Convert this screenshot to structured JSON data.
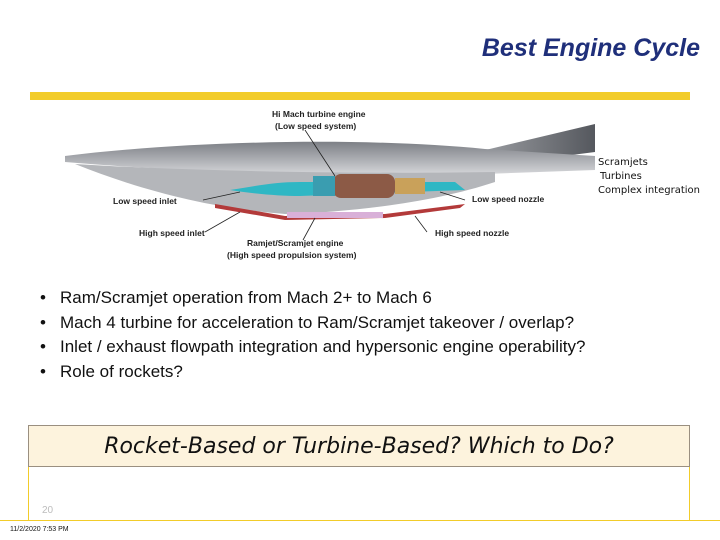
{
  "slide": {
    "title": "Best Engine Cycle",
    "page_number": "20",
    "datestamp": "11/2/2020 7:53 PM"
  },
  "diagram": {
    "labels": {
      "hi_mach_turbine": "Hi Mach turbine engine",
      "low_speed_system": "(Low speed system)",
      "low_speed_inlet": "Low speed inlet",
      "low_speed_nozzle": "Low speed nozzle",
      "high_speed_inlet": "High speed inlet",
      "high_speed_nozzle": "High speed nozzle",
      "ramjet_scramjet_engine": "Ramjet/Scramjet engine",
      "high_speed_propulsion": "(High speed propulsion system)"
    },
    "side_notes": [
      "Scramjets",
      "Turbines",
      "Complex integration"
    ]
  },
  "bullets": [
    "Ram/Scramjet operation from Mach 2+ to Mach 6",
    "Mach 4 turbine for acceleration to Ram/Scramjet takeover / overlap?",
    "Inlet / exhaust flowpath integration and hypersonic engine operability?",
    "Role of rockets?"
  ],
  "callout": "Rocket-Based or Turbine-Based? Which to Do?",
  "colors": {
    "title": "#1f2f7a",
    "accent_bar": "#f2cc2a",
    "callout_bg": "#fdf3dd"
  }
}
